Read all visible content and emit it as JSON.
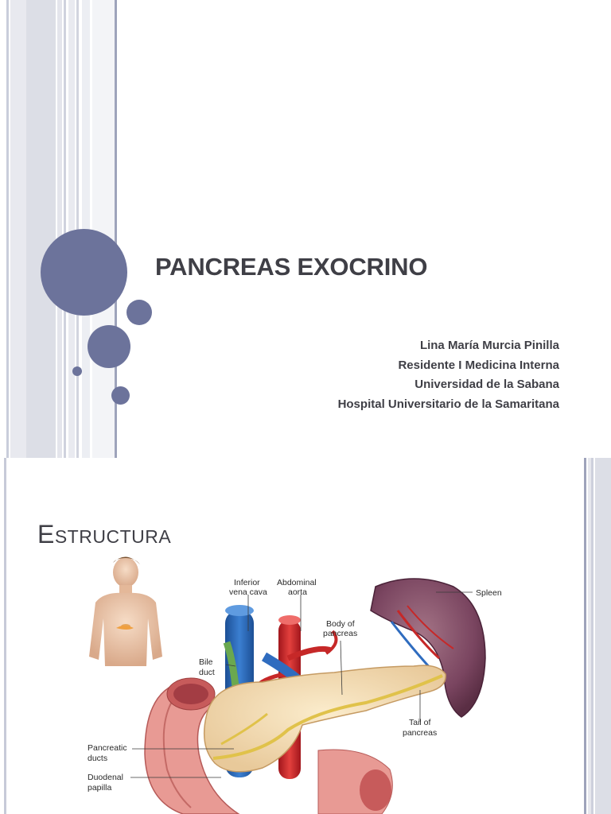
{
  "slide1": {
    "title": "PANCREAS EXOCRINO",
    "author_lines": [
      "Lina María Murcia Pinilla",
      "Residente I Medicina Interna",
      "Universidad de la Sabana",
      "Hospital Universitario de la Samaritana"
    ],
    "accent_color": "#6c739b"
  },
  "slide2": {
    "title_first": "E",
    "title_rest": "STRUCTURA",
    "labels": {
      "inferior_vena_cava": [
        "Inferior",
        "vena cava"
      ],
      "abdominal_aorta": [
        "Abdominal",
        "aorta"
      ],
      "body_of_pancreas": [
        "Body of",
        "pancreas"
      ],
      "spleen": "Spleen",
      "bile_duct": [
        "Bile",
        "duct"
      ],
      "tail_of_pancreas": [
        "Tail of",
        "pancreas"
      ],
      "pancreatic_ducts": [
        "Pancreatic",
        "ducts"
      ],
      "duodenal_papilla": [
        "Duodenal",
        "papilla"
      ]
    }
  }
}
